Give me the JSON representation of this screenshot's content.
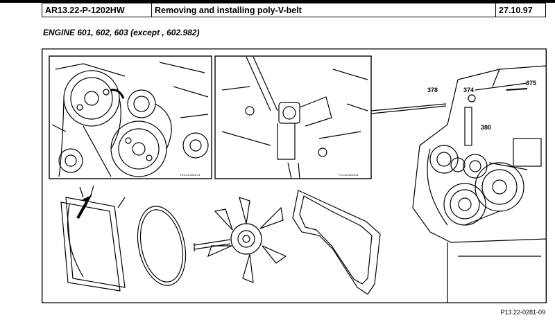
{
  "header": {
    "doc_number": "AR13.22-P-1202HW",
    "title": "Removing and installing poly-V-belt",
    "date": "27.10.97"
  },
  "subtitle": "ENGINE 601, 602, 603 (except , 602.982)",
  "figure": {
    "callouts": [
      "378",
      "374",
      "375",
      "380"
    ],
    "inset_codes": [
      "P13.22-0201-01",
      "P13.22-0204-01"
    ],
    "figure_id": "P13.22-0281-09"
  },
  "colors": {
    "ink": "#000000",
    "paper": "#ffffff"
  }
}
